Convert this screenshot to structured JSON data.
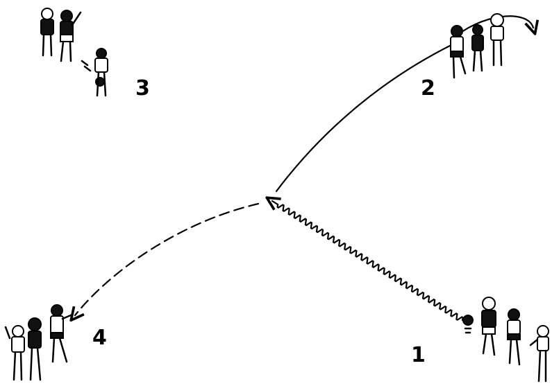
{
  "stations": [
    {
      "id": "station-1",
      "label": "1"
    },
    {
      "id": "station-2",
      "label": "2"
    },
    {
      "id": "station-3",
      "label": "3"
    },
    {
      "id": "station-4",
      "label": "4"
    }
  ],
  "paths": [
    {
      "id": "dribble",
      "style": "wavy",
      "from": "1",
      "to": "center"
    },
    {
      "id": "pass-to-2",
      "style": "solid",
      "from": "center",
      "to": "2"
    },
    {
      "id": "pass-to-4",
      "style": "dashed",
      "from": "center",
      "to": "4"
    },
    {
      "id": "rotate-2",
      "style": "solid-curved",
      "from": "2",
      "to": "2"
    }
  ],
  "colors": {
    "ink": "#000000",
    "paper": "#ffffff"
  }
}
